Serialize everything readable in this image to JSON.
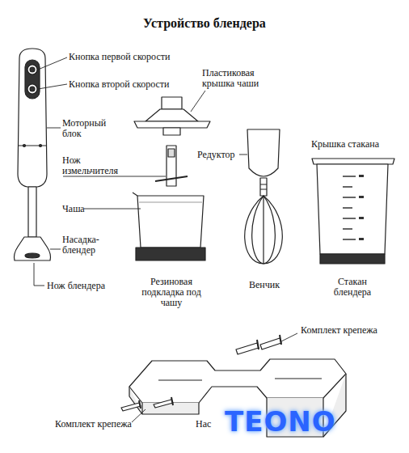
{
  "diagram": {
    "title": "Устройство блендера",
    "labels": [
      "Кнопка первой скорости",
      "Кнопка второй скорости",
      "Моторный блок",
      "Нож измельчителя",
      "Чаша",
      "Насадка-блендер",
      "Нож блендера",
      "Пластиковая крышка чаши",
      "Редуктор",
      "Крышка стакана",
      "Резиновая подкладка под чашу",
      "Венчик",
      "Стакан блендера",
      "Комплект крепежа",
      "Комплект крепежа",
      "Нас",
      "TEONO"
    ]
  }
}
